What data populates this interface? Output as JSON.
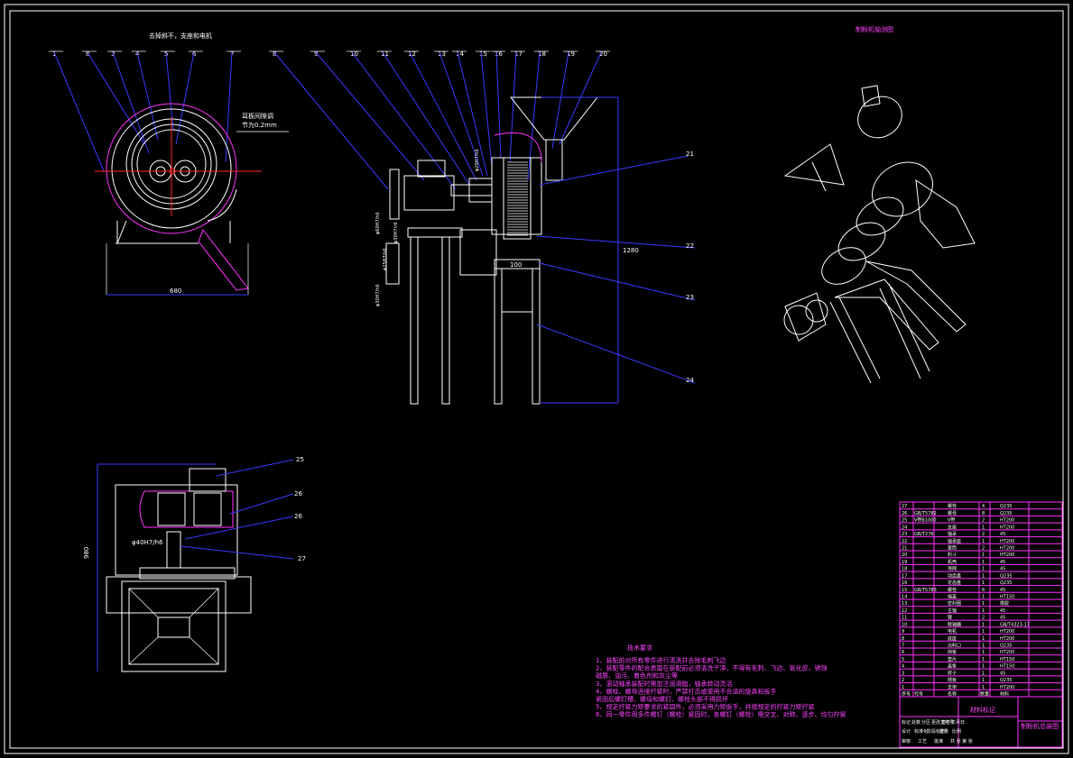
{
  "drawing": {
    "top_note": "去掉斜不，支座和电机",
    "iso_title": "制粉机轴测图",
    "callout_note_line1": "耳板间隙调",
    "callout_note_line2": "节为0.2mm",
    "part_numbers_top": [
      "1",
      "8",
      "3",
      "4",
      "5",
      "6",
      "7",
      "8",
      "9",
      "10",
      "11",
      "12",
      "13",
      "14",
      "15",
      "16",
      "17",
      "18",
      "19",
      "20"
    ],
    "part_numbers_right": [
      "21",
      "22",
      "23",
      "24"
    ],
    "part_numbers_plan": [
      "25",
      "26",
      "26",
      "27"
    ],
    "dim_front_width": "680",
    "dim_plan_height": "980",
    "dim_side_height": "1280",
    "dim_side_base": "100",
    "fit_plan": "φ40H7/h6",
    "fit_side_1": "φ30H7/h6",
    "fit_side_2": "φ25H7/h6",
    "fit_side_3": "φ30H7/r6",
    "fit_side_4": "φ60H7/h6",
    "fit_side_5": "φ20H7/h6"
  },
  "tech_req": {
    "title": "技术要求",
    "lines": [
      "1、装配前对所有零件进行清洗并去除毛刺飞边",
      "2、装配零件的配合表面在装配前必须清洗干净，不得有毛刺、飞边、氧化皮、锈蚀",
      "   磁屑、油污、着色剂和灰尘等",
      "3、滚动轴承装配时需加注润滑脂，轴承转动灵活",
      "4、螺栓、螺母连接拧紧时，严禁打击或使用不合适的旋具和扳手",
      "   紧固后螺钉槽、螺母和螺钉、螺栓头部不得损坏",
      "5、规定拧紧力矩要求的紧固件，必须采用力矩扳手，并按规定的拧紧力矩拧紧",
      "6、同一零件用多件螺钉（螺栓）紧固时，各螺钉（螺栓）需交叉、对称、逐步、均匀拧紧"
    ]
  },
  "title_block": {
    "drawing_name": "制粉机总装图",
    "material_mark": "材料标记",
    "header_cells": [
      "标记",
      "处数",
      "分区",
      "更改文件号",
      "签名",
      "年月日"
    ],
    "row_cells": [
      "设计",
      "标准化",
      "阶段标记",
      "重量",
      "比例"
    ],
    "row2_cells": [
      "审核",
      "工艺",
      "批准",
      "共  张 第  张"
    ],
    "bom_header": [
      "序号",
      "代号",
      "名称",
      "数量",
      "材料"
    ],
    "bom_rows": [
      [
        "27",
        "",
        "螺栓",
        "4",
        "Q235"
      ],
      [
        "26",
        "GB/T5782",
        "螺母",
        "8",
        "Q235"
      ],
      [
        "25",
        "V带B1000",
        "V带",
        "2",
        "HT200"
      ],
      [
        "24",
        "",
        "支座",
        "1",
        "HT200"
      ],
      [
        "23",
        "GB/T276",
        "轴承",
        "2",
        "45"
      ],
      [
        "22",
        "",
        "轴承座",
        "1",
        "HT200"
      ],
      [
        "21",
        "",
        "套筒",
        "2",
        "HT200"
      ],
      [
        "20",
        "",
        "料斗",
        "1",
        "HT200"
      ],
      [
        "19",
        "",
        "机壳",
        "1",
        "45"
      ],
      [
        "18",
        "",
        "筛网",
        "1",
        "45"
      ],
      [
        "17",
        "",
        "动齿盘",
        "1",
        "Q235"
      ],
      [
        "16",
        "",
        "定齿盘",
        "1",
        "Q235"
      ],
      [
        "15",
        "GB/T5783",
        "螺栓",
        "6",
        "45"
      ],
      [
        "14",
        "",
        "端盖",
        "1",
        "HT150"
      ],
      [
        "13",
        "",
        "密封圈",
        "1",
        "橡胶"
      ],
      [
        "12",
        "",
        "主轴",
        "1",
        "45"
      ],
      [
        "11",
        "",
        "键",
        "2",
        "45"
      ],
      [
        "10",
        "",
        "联轴器",
        "1",
        "GB/T4323-17"
      ],
      [
        "9",
        "",
        "电机",
        "1",
        "HT200"
      ],
      [
        "8",
        "",
        "底座",
        "1",
        "HT200"
      ],
      [
        "7",
        "",
        "出料口",
        "1",
        "Q235"
      ],
      [
        "6",
        "",
        "挡板",
        "1",
        "HT200"
      ],
      [
        "5",
        "",
        "垫片",
        "1",
        "HT150"
      ],
      [
        "4",
        "",
        "盖板",
        "1",
        "HT150"
      ],
      [
        "3",
        "",
        "转子",
        "1",
        "45"
      ],
      [
        "2",
        "",
        "侧板",
        "1",
        "Q235"
      ],
      [
        "1",
        "",
        "支架",
        "1",
        "HT200"
      ]
    ]
  }
}
